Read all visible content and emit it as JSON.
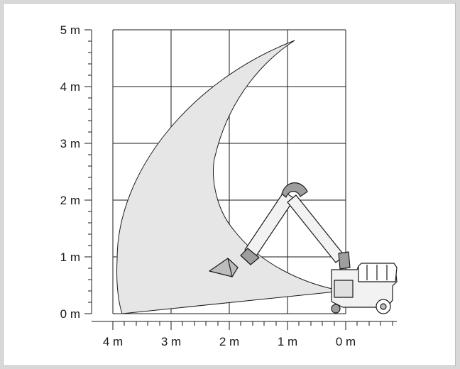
{
  "diagram": {
    "y_axis": {
      "labels": [
        "0 m",
        "1 m",
        "2 m",
        "3 m",
        "4 m",
        "5 m"
      ],
      "range": [
        0,
        5
      ],
      "unit": "m"
    },
    "x_axis": {
      "labels": [
        "4 m",
        "3 m",
        "2 m",
        "1 m",
        "0 m"
      ],
      "range": [
        4,
        0
      ],
      "unit": "m"
    },
    "grid": true,
    "colors": {
      "reach_zone_fill": "#e6e6e6",
      "line": "#1a1a1a",
      "machine_body": "#f2f2f2",
      "arm_joint": "#9e9e9e"
    },
    "icons": [
      "extraction-arm-machine-icon"
    ]
  }
}
